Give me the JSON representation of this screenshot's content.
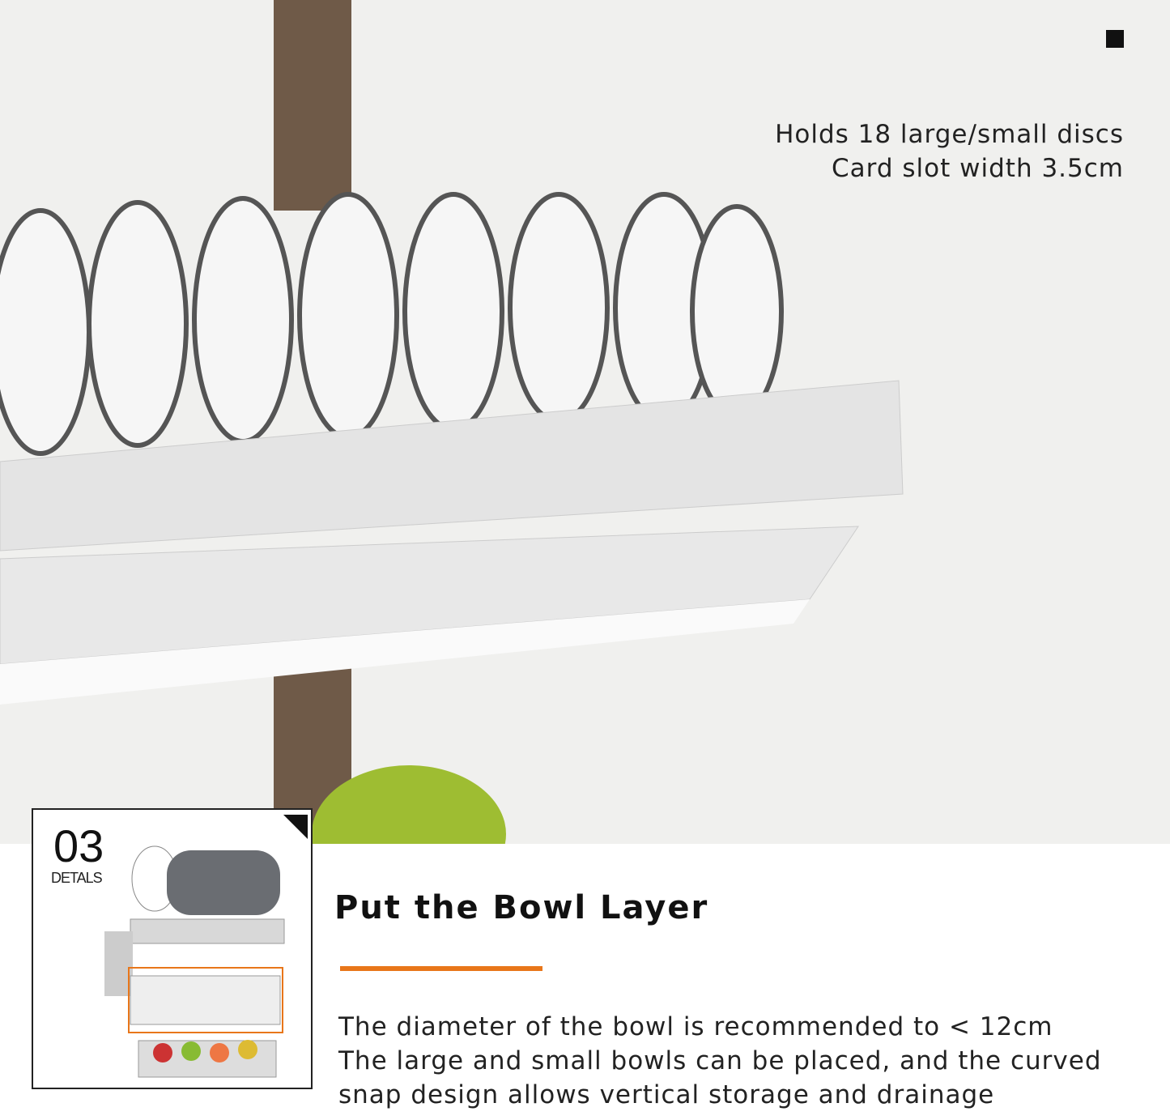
{
  "spec": {
    "line1": "Holds 18 large/small discs",
    "line2": "Card slot width 3.5cm"
  },
  "badge": {
    "number": "03",
    "label": "DETALS"
  },
  "section": {
    "title": "Put the Bowl Layer",
    "accent_color": "#e8761a",
    "lines": [
      "The diameter of the bowl is recommended to < 12cm",
      "The large and small bowls can be placed, and the curved",
      "snap design allows vertical storage and drainage"
    ]
  }
}
